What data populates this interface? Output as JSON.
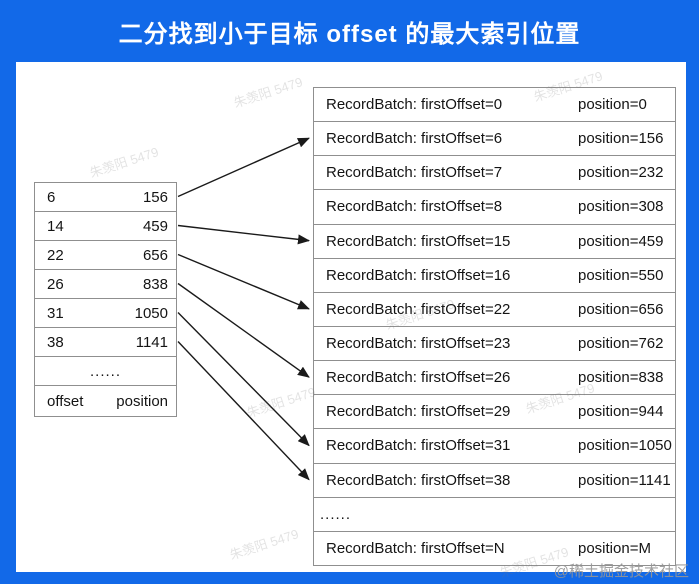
{
  "header": {
    "title": "二分找到小于目标 offset 的最大索引位置"
  },
  "index_table": {
    "rows": [
      {
        "offset": "6",
        "position": "156"
      },
      {
        "offset": "14",
        "position": "459"
      },
      {
        "offset": "22",
        "position": "656"
      },
      {
        "offset": "26",
        "position": "838"
      },
      {
        "offset": "31",
        "position": "1050"
      },
      {
        "offset": "38",
        "position": "1141"
      }
    ],
    "ellipsis": "......",
    "footer": {
      "offset": "offset",
      "position": "position"
    }
  },
  "record_table": {
    "rows": [
      {
        "batch": "RecordBatch: firstOffset=0",
        "position": "position=0"
      },
      {
        "batch": "RecordBatch: firstOffset=6",
        "position": "position=156"
      },
      {
        "batch": "RecordBatch: firstOffset=7",
        "position": "position=232"
      },
      {
        "batch": "RecordBatch: firstOffset=8",
        "position": "position=308"
      },
      {
        "batch": "RecordBatch: firstOffset=15",
        "position": "position=459"
      },
      {
        "batch": "RecordBatch: firstOffset=16",
        "position": "position=550"
      },
      {
        "batch": "RecordBatch: firstOffset=22",
        "position": "position=656"
      },
      {
        "batch": "RecordBatch: firstOffset=23",
        "position": "position=762"
      },
      {
        "batch": "RecordBatch: firstOffset=26",
        "position": "position=838"
      },
      {
        "batch": "RecordBatch: firstOffset=29",
        "position": "position=944"
      },
      {
        "batch": "RecordBatch: firstOffset=31",
        "position": "position=1050"
      },
      {
        "batch": "RecordBatch: firstOffset=38",
        "position": "position=1141"
      }
    ],
    "ellipsis": "......",
    "last_row": {
      "batch": "RecordBatch: firstOffset=N",
      "position": "position=M"
    }
  },
  "links": [
    {
      "from": 0,
      "to": 1
    },
    {
      "from": 1,
      "to": 4
    },
    {
      "from": 2,
      "to": 6
    },
    {
      "from": 3,
      "to": 8
    },
    {
      "from": 4,
      "to": 10
    },
    {
      "from": 5,
      "to": 11
    }
  ],
  "watermarks": {
    "user": "朱羡阳 5479",
    "site": "@稀土掘金技术社区"
  },
  "colors": {
    "accent": "#1269e8",
    "table_border": "#8f8f8f",
    "arrow": "#1a1a1a"
  }
}
